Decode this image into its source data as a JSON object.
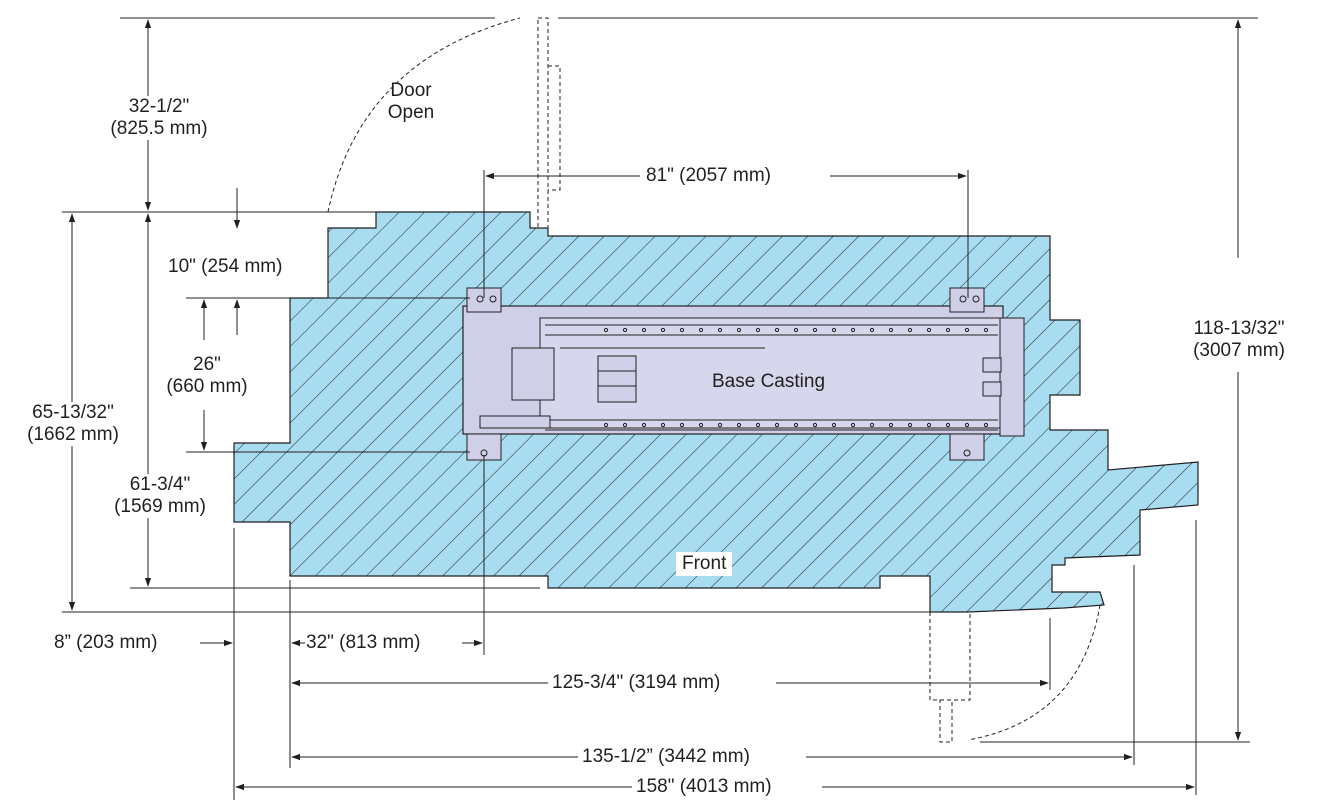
{
  "labels": {
    "door_open_top": {
      "line1": "Door",
      "line2": "Open"
    },
    "base_casting": "Base Casting",
    "front": "Front",
    "dim_32_5": {
      "line1": "32-1/2\"",
      "line2": "(825.5 mm)"
    },
    "dim_65": {
      "line1": "65-13/32\"",
      "line2": "(1662 mm)"
    },
    "dim_10": "10\" (254 mm)",
    "dim_26": {
      "line1": "26\"",
      "line2": "(660 mm)"
    },
    "dim_61": {
      "line1": "61-3/4\"",
      "line2": "(1569 mm)"
    },
    "dim_81": "81\" (2057 mm)",
    "dim_118": {
      "line1": "118-13/32\"",
      "line2": "(3007 mm)"
    },
    "dim_8": "8” (203 mm)",
    "dim_32": "32\" (813 mm)",
    "dim_125": "125-3/4\" (3194 mm)",
    "dim_135": "135-1/2” (3442 mm)",
    "dim_158": "158\" (4013 mm)"
  },
  "colors": {
    "fill": "#a8dcf0",
    "hatch": "#231f20",
    "line": "#231f20",
    "machine": "#cfd0e8"
  }
}
